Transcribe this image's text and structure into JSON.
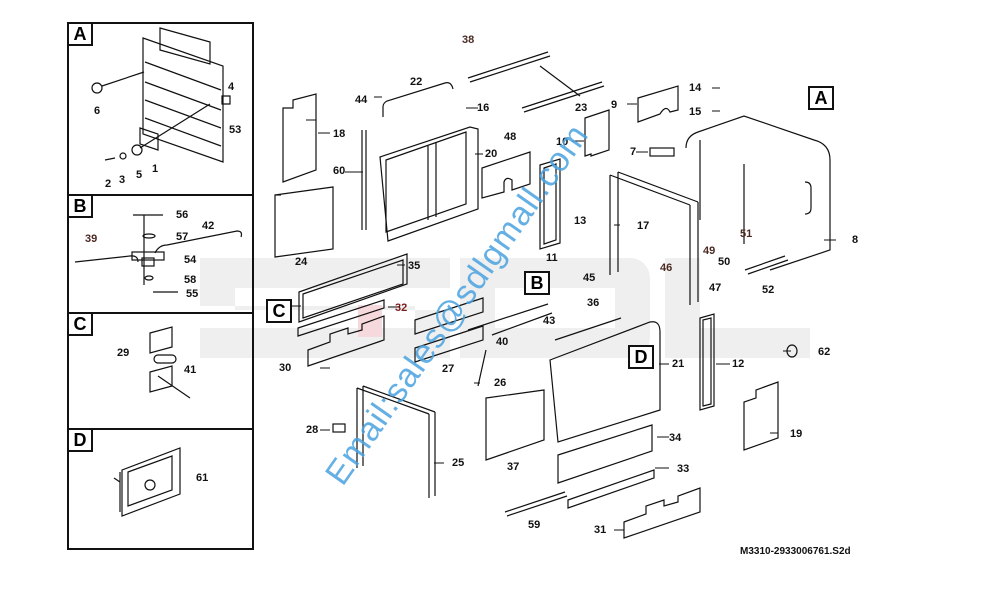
{
  "diagram": {
    "drawing_number": "M3310-2933006761.S2d",
    "watermark_logo": "SDLG",
    "watermark_email": "Email:sales@sdlgmall.com",
    "detail_panels": [
      {
        "tag": "A",
        "labels": [
          "6",
          "4",
          "53",
          "2",
          "3",
          "5",
          "1"
        ]
      },
      {
        "tag": "B",
        "labels": [
          "56",
          "57",
          "42",
          "39",
          "54",
          "58",
          "55"
        ]
      },
      {
        "tag": "C",
        "labels": [
          "29",
          "41"
        ]
      },
      {
        "tag": "D",
        "labels": [
          "61"
        ]
      }
    ],
    "callouts": [
      "A",
      "B",
      "C",
      "D"
    ],
    "part_labels": {
      "p1": "1",
      "p2": "2",
      "p3": "3",
      "p4": "4",
      "p5": "5",
      "p6": "6",
      "p7": "7",
      "p8": "8",
      "p9": "9",
      "p10": "10",
      "p11": "11",
      "p12": "12",
      "p13": "13",
      "p14": "14",
      "p15": "15",
      "p16": "16",
      "p17": "17",
      "p18": "18",
      "p19": "19",
      "p20": "20",
      "p21": "21",
      "p22": "22",
      "p23": "23",
      "p24": "24",
      "p25": "25",
      "p26": "26",
      "p27": "27",
      "p28": "28",
      "p29": "29",
      "p30": "30",
      "p31": "31",
      "p32": "32",
      "p33": "33",
      "p34": "34",
      "p35": "35",
      "p36": "36",
      "p37": "37",
      "p38": "38",
      "p39": "39",
      "p40": "40",
      "p41": "41",
      "p42": "42",
      "p43": "43",
      "p44": "44",
      "p45": "45",
      "p46": "46",
      "p47": "47",
      "p48": "48",
      "p49": "49",
      "p50": "50",
      "p51": "51",
      "p52": "52",
      "p53": "53",
      "p54": "54",
      "p55": "55",
      "p56": "56",
      "p57": "57",
      "p58": "58",
      "p59": "59",
      "p60": "60",
      "p61": "61",
      "p62": "62"
    },
    "colors": {
      "line": "#111111",
      "logo_gray": "#eeeeee",
      "watermark_blue": "#4aa3e0",
      "highlight_pink": "#f6d9dc"
    }
  }
}
